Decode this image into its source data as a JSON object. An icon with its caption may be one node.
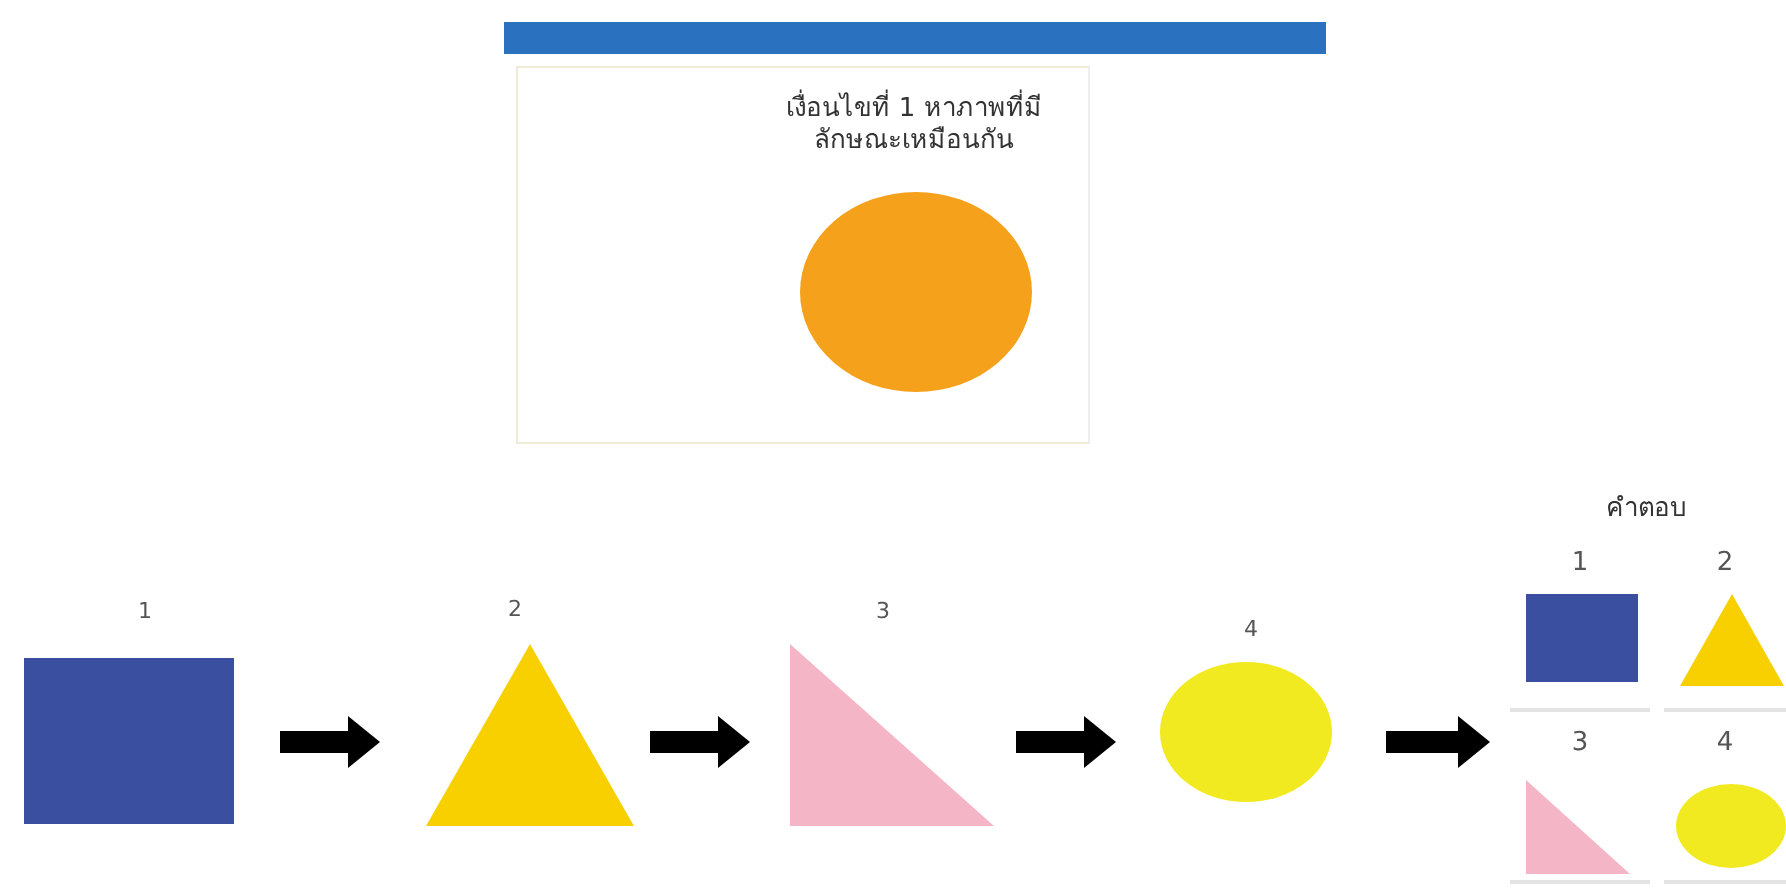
{
  "diagram": {
    "nodes": [
      {
        "text": [
          "เงื่อนไขที่ 1 หาภาพที่มีลักษณะเหมือนกัน"
        ]
      },
      {
        "text": [],
        "shape": "circle",
        "in": 0
      },
      {
        "text": [
          "1"
        ]
      },
      {
        "text": [
          "2"
        ]
      },
      {
        "text": [
          "3"
        ]
      },
      {
        "text": [
          "4"
        ]
      },
      {
        "text": [
          "คำตอบ"
        ]
      },
      {
        "text": [
          "1"
        ],
        "in": 6
      },
      {
        "text": [
          "2"
        ],
        "in": 6
      },
      {
        "text": [
          "3"
        ],
        "in": 6
      },
      {
        "text": [
          "4"
        ],
        "in": 6
      }
    ],
    "edges": [
      {
        "from": 2,
        "to": 3,
        "arrow": "to"
      },
      {
        "from": 3,
        "to": 4,
        "arrow": "to"
      },
      {
        "from": 4,
        "to": 5,
        "arrow": "to"
      },
      {
        "from": 5,
        "to": 6,
        "arrow": "to"
      }
    ]
  }
}
